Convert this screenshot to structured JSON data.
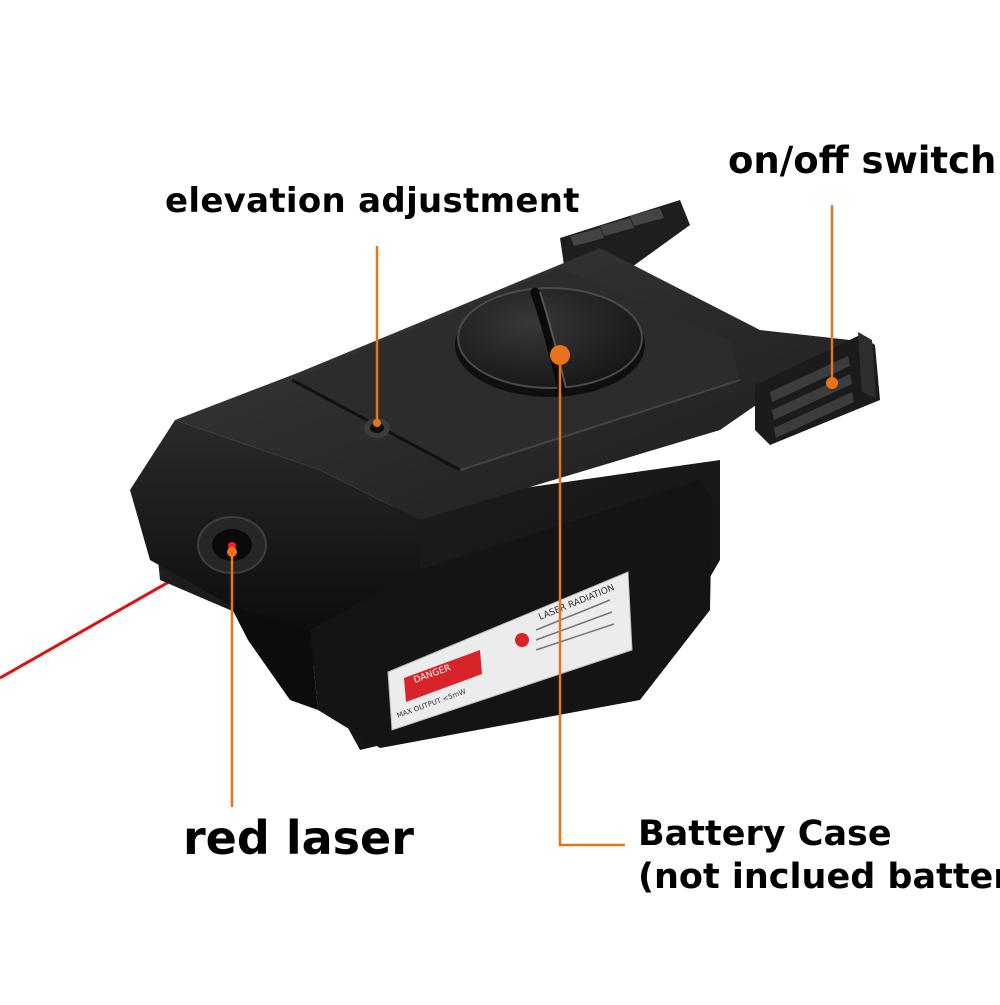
{
  "labels": {
    "elevation": "elevation adjustment",
    "switch": "on/off switch",
    "red_laser": "red laser",
    "battery_line1": "Battery Case",
    "battery_line2": "(not inclued battery)"
  },
  "warning_sticker": {
    "header": "LASER RADIATION",
    "danger": "DANGER",
    "output": "MAX OUTPUT <5mW"
  },
  "colors": {
    "leader": "#e8731a",
    "laser_beam": "#e01010",
    "body": "#1a1a1a",
    "danger_badge": "#d8232a"
  }
}
